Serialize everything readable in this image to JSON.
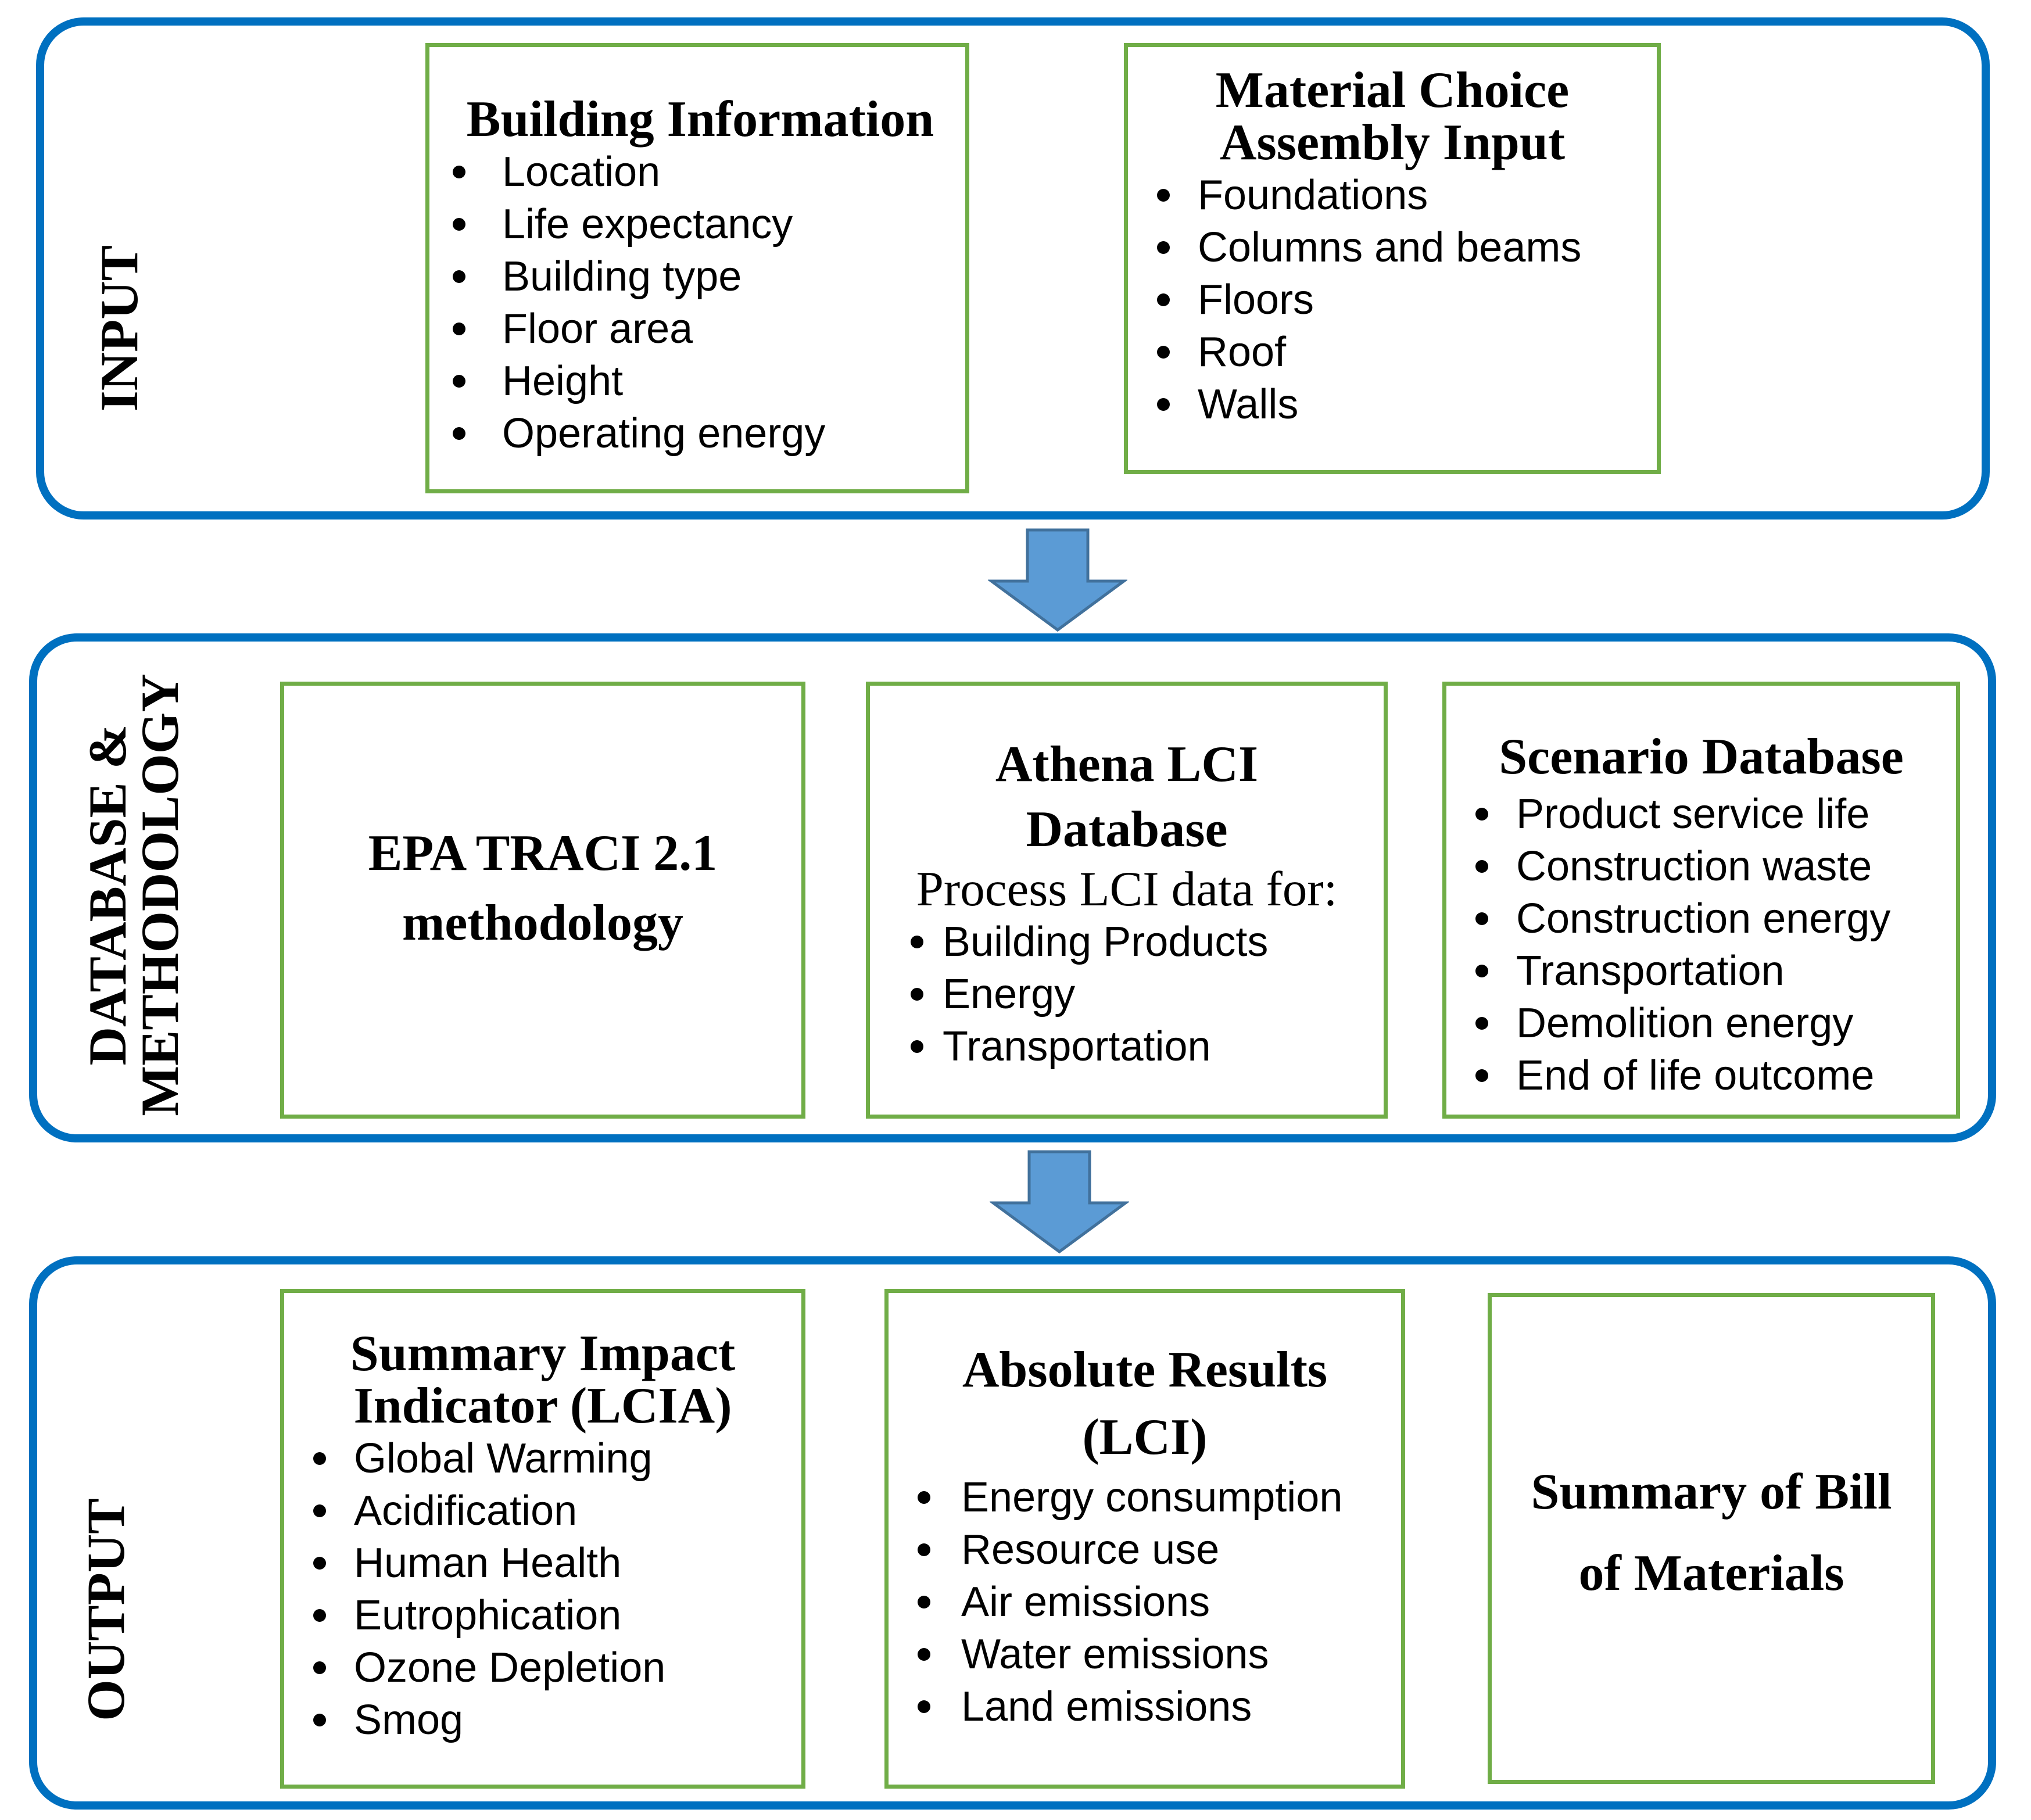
{
  "input": {
    "label": "INPUT",
    "building_information": {
      "title": "Building Information",
      "items": [
        "Location",
        "Life expectancy",
        "Building type",
        "Floor area",
        "Height",
        "Operating energy"
      ]
    },
    "material_choice": {
      "title_line1": "Material Choice",
      "title_line2": "Assembly Input",
      "items": [
        "Foundations",
        "Columns and beams",
        "Floors",
        "Roof",
        "Walls"
      ]
    }
  },
  "database": {
    "label_line1": "DATABASE &",
    "label_line2": "METHODOLOGY",
    "epa": {
      "title_line1": "EPA TRACI 2.1",
      "title_line2": "methodology"
    },
    "athena": {
      "title_line1": "Athena LCI",
      "title_line2": "Database",
      "subtitle": "Process LCI data for:",
      "items": [
        "Building Products",
        "Energy",
        "Transportation"
      ]
    },
    "scenario": {
      "title": "Scenario Database",
      "items": [
        "Product service life",
        "Construction waste",
        "Construction energy",
        "Transportation",
        "Demolition energy",
        "End of life outcome"
      ]
    }
  },
  "output": {
    "label": "OUTPUT",
    "summary_impact": {
      "title_line1": "Summary Impact",
      "title_line2": "Indicator (LCIA)",
      "items": [
        "Global Warming",
        "Acidification",
        "Human Health",
        "Eutrophication",
        "Ozone Depletion",
        "Smog"
      ]
    },
    "absolute_results": {
      "title_line1": "Absolute Results",
      "title_line2": "(LCI)",
      "items": [
        "Energy consumption",
        "Resource use",
        "Air emissions",
        "Water emissions",
        "Land emissions"
      ]
    },
    "bill_of_materials": {
      "title_line1": "Summary of Bill",
      "title_line2": "of Materials"
    }
  },
  "colors": {
    "section_border": "#0070c0",
    "box_border": "#70ad47",
    "arrow_fill": "#5b9bd5",
    "arrow_stroke": "#41719c"
  }
}
